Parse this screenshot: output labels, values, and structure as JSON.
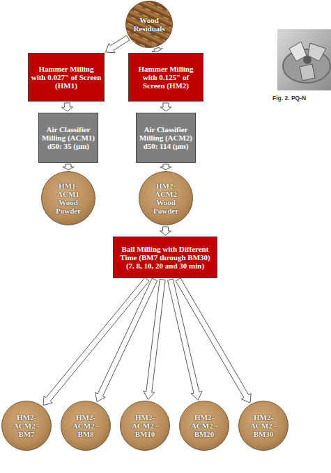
{
  "diagram": {
    "nodes": [
      {
        "text": [
          "Wood Residuals"
        ]
      },
      {
        "text": [
          "Hammer Milling with 0.027\" of Screen (HM1)"
        ]
      },
      {
        "text": [
          "Hammer Milling with 0.125\" of Screen (HM2)"
        ]
      },
      {
        "text": [
          "Air Classifier Milling (ACM1) d50: 35 (μm)"
        ]
      },
      {
        "text": [
          "Air Classifier Milling (ACM2) d50: 114 (μm)"
        ]
      },
      {
        "text": [
          "HM1-ACM1 Wood Powder"
        ]
      },
      {
        "text": [
          "HM2-ACM2 Wood Powder"
        ]
      },
      {
        "text": [
          "Ball Milling with Different Time (BM7 through BM30) (7, 8, 10, 20 and 30 min)"
        ]
      },
      {
        "text": [
          "HM2-ACM2 -BM7"
        ]
      },
      {
        "text": [
          "HM2-ACM2 -BM8"
        ]
      },
      {
        "text": [
          "HM2-ACM2 -BM10"
        ]
      },
      {
        "text": [
          "HM2-ACM2 -BM20"
        ]
      },
      {
        "text": [
          "HM2-ACM2 -BM30"
        ]
      }
    ],
    "edges": [
      {
        "from": 0,
        "to": 1,
        "arrow": "to"
      },
      {
        "from": 0,
        "to": 2,
        "arrow": "to"
      },
      {
        "from": 1,
        "to": 3,
        "arrow": "to"
      },
      {
        "from": 2,
        "to": 4,
        "arrow": "to"
      },
      {
        "from": 3,
        "to": 5,
        "arrow": "to"
      },
      {
        "from": 4,
        "to": 6,
        "arrow": "to"
      },
      {
        "from": 6,
        "to": 7,
        "arrow": "to"
      },
      {
        "from": 7,
        "to": 8,
        "arrow": "to"
      },
      {
        "from": 7,
        "to": 9,
        "arrow": "to"
      },
      {
        "from": 7,
        "to": 10,
        "arrow": "to"
      },
      {
        "from": 7,
        "to": 11,
        "arrow": "to"
      },
      {
        "from": 7,
        "to": 12,
        "arrow": "to"
      }
    ],
    "labels": [
      "Fig. 2. PQ-N"
    ]
  }
}
